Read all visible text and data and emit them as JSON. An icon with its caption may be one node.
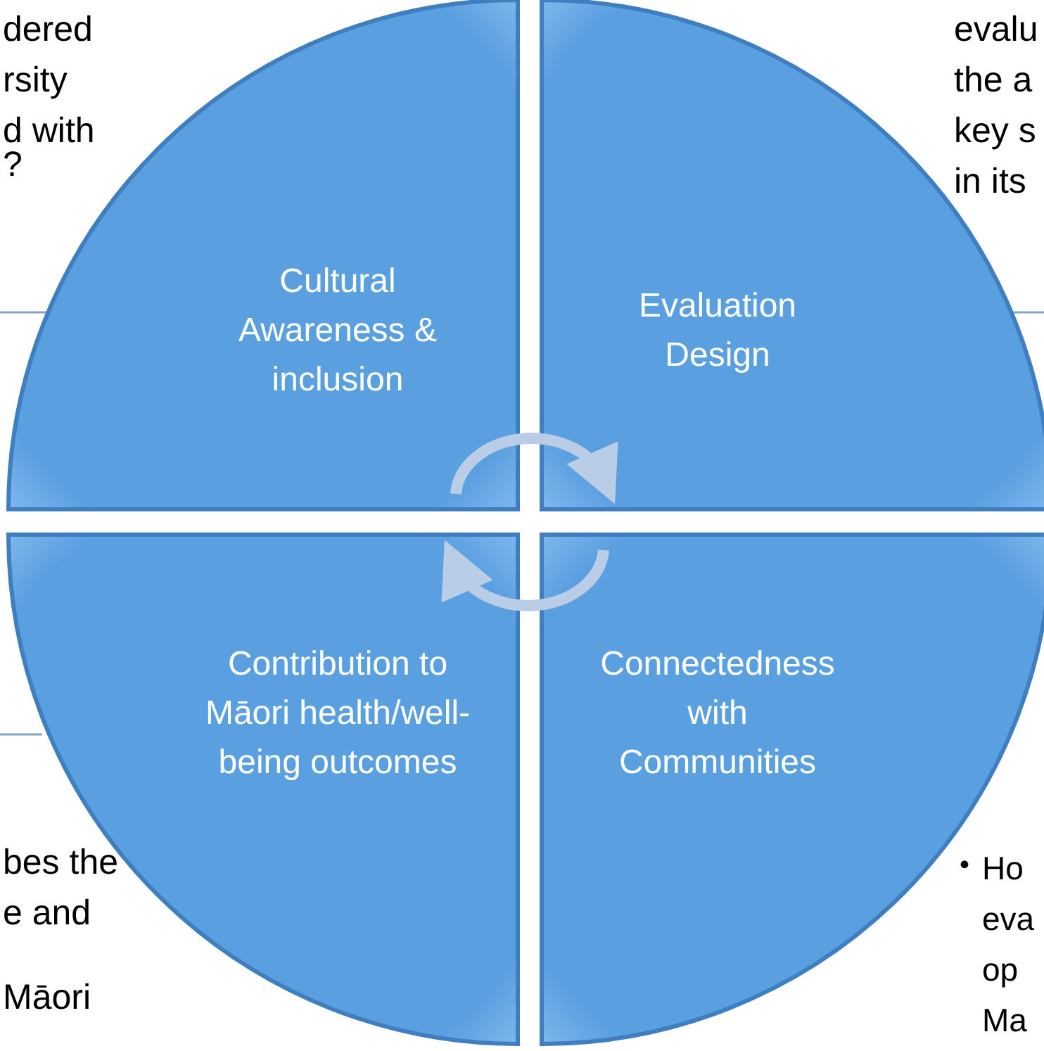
{
  "diagram": {
    "nodes": [
      {
        "text": [
          "Cultural Awareness & inclusion"
        ]
      },
      {
        "text": [
          "Evaluation Design"
        ]
      },
      {
        "text": [
          "Contribution to Māori health/well-being outcomes"
        ]
      },
      {
        "text": [
          "Connectedness with Communities"
        ]
      }
    ],
    "edges": [
      {
        "from": 0,
        "to": 1,
        "arrow": "to"
      },
      {
        "from": 3,
        "to": 2,
        "arrow": "to"
      }
    ],
    "labels": [
      "dered",
      "rsity",
      "d with",
      "?",
      "evalu",
      "the a",
      "key s",
      "in its",
      "bes the",
      "e and",
      "Māori",
      "•",
      "Ho",
      "eva",
      "op",
      "Ma"
    ]
  }
}
